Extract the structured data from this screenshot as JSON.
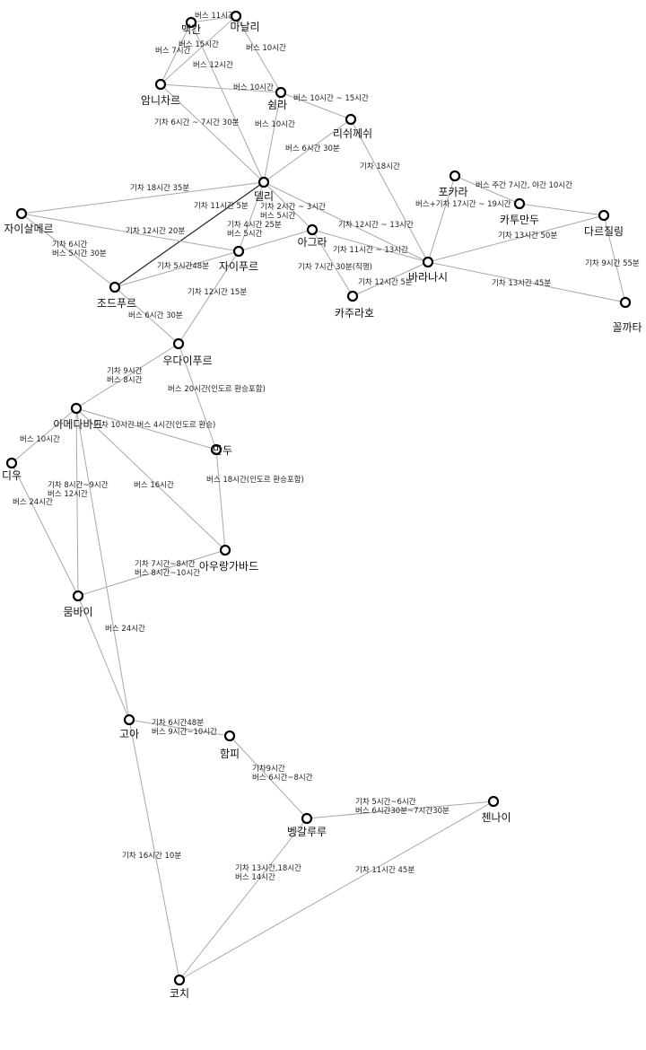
{
  "cities": [
    {
      "id": "maekgan",
      "label": "맥간"
    },
    {
      "id": "manali",
      "label": "마날리"
    },
    {
      "id": "amritsar",
      "label": "암니차르"
    },
    {
      "id": "shimla",
      "label": "쉼라"
    },
    {
      "id": "rishikesh",
      "label": "리쉬께쉬"
    },
    {
      "id": "delhi",
      "label": "델리"
    },
    {
      "id": "pokhara",
      "label": "포카라"
    },
    {
      "id": "kathmandu",
      "label": "카투만두"
    },
    {
      "id": "darjeeling",
      "label": "다르질링"
    },
    {
      "id": "jaisalmer",
      "label": "자이살메르"
    },
    {
      "id": "agra",
      "label": "아그라"
    },
    {
      "id": "jaipur",
      "label": "자이푸르"
    },
    {
      "id": "varanasi",
      "label": "바라나시"
    },
    {
      "id": "kolkata",
      "label": "꼴까타"
    },
    {
      "id": "jodhpur",
      "label": "조드푸르"
    },
    {
      "id": "khajuraho",
      "label": "카주라호"
    },
    {
      "id": "udaipur",
      "label": "우다이푸르"
    },
    {
      "id": "ahmedabad",
      "label": "아메다바드"
    },
    {
      "id": "mandu",
      "label": "만두"
    },
    {
      "id": "diu",
      "label": "디우"
    },
    {
      "id": "aurangabad",
      "label": "아우랑가바드"
    },
    {
      "id": "mumbai",
      "label": "뭄바이"
    },
    {
      "id": "goa",
      "label": "고아"
    },
    {
      "id": "hampi",
      "label": "함피"
    },
    {
      "id": "chennai",
      "label": "첸나이"
    },
    {
      "id": "bangalore",
      "label": "벵갈루루"
    },
    {
      "id": "kochi",
      "label": "코치"
    }
  ],
  "routes": [
    {
      "from": "maekgan",
      "to": "manali",
      "lines": [
        "버스 11시간"
      ]
    },
    {
      "from": "maekgan",
      "to": "amritsar",
      "lines": [
        "버스 7시간"
      ]
    },
    {
      "from": "manali",
      "to": "amritsar",
      "lines": [
        "버스 15시간"
      ]
    },
    {
      "from": "maekgan",
      "to": "delhi",
      "lines": [
        "버스 12시간"
      ]
    },
    {
      "from": "manali",
      "to": "shimla",
      "lines": [
        "버스 10시간"
      ]
    },
    {
      "from": "amritsar",
      "to": "shimla",
      "lines": [
        "버스 10시간"
      ]
    },
    {
      "from": "shimla",
      "to": "rishikesh",
      "lines": [
        "버스 10시간 ~ 15시간"
      ]
    },
    {
      "from": "shimla",
      "to": "delhi",
      "lines": [
        "버스 10시간"
      ]
    },
    {
      "from": "amritsar",
      "to": "delhi",
      "lines": [
        "기차 6시간 ~ 7시간 30분"
      ]
    },
    {
      "from": "rishikesh",
      "to": "delhi",
      "lines": [
        "버스 6시간 30분"
      ]
    },
    {
      "from": "rishikesh",
      "to": "varanasi",
      "lines": [
        "기차 18시간"
      ]
    },
    {
      "from": "jaisalmer",
      "to": "delhi",
      "lines": [
        "기차 18시간 35분"
      ]
    },
    {
      "from": "jodhpur",
      "to": "delhi",
      "lines": [
        "기차 11시간 5분"
      ]
    },
    {
      "from": "delhi",
      "to": "jaipur",
      "lines": [
        "기차 4시간 25분",
        "버스 5시간"
      ]
    },
    {
      "from": "delhi",
      "to": "agra",
      "lines": [
        "기차 2시간 ~ 3시간",
        "버스 5시간"
      ]
    },
    {
      "from": "delhi",
      "to": "varanasi",
      "lines": [
        "기차 12시간 ~ 13시간"
      ]
    },
    {
      "from": "jaisalmer",
      "to": "jaipur",
      "lines": [
        "기차 12시간 20분"
      ]
    },
    {
      "from": "jaisalmer",
      "to": "jodhpur",
      "lines": [
        "기차 6시간",
        "버스 5시간 30분"
      ]
    },
    {
      "from": "jodhpur",
      "to": "jaipur",
      "lines": [
        "기차 5시간48분"
      ]
    },
    {
      "from": "jaipur",
      "to": "agra",
      "lines": []
    },
    {
      "from": "agra",
      "to": "varanasi",
      "lines": [
        "기차 11시간 ~ 13시간"
      ]
    },
    {
      "from": "agra",
      "to": "khajuraho",
      "lines": [
        "기차 7시간 30분(직행)"
      ]
    },
    {
      "from": "khajuraho",
      "to": "varanasi",
      "lines": [
        "기차 12시간 5분"
      ]
    },
    {
      "from": "pokhara",
      "to": "kathmandu",
      "lines": [
        "버스 주간 7시간, 야간 10시간"
      ]
    },
    {
      "from": "pokhara",
      "to": "varanasi",
      "lines": [
        "버스+기차 17시간 ~ 19시간"
      ]
    },
    {
      "from": "kathmandu",
      "to": "darjeeling",
      "lines": []
    },
    {
      "from": "darjeeling",
      "to": "varanasi",
      "lines": [
        "기차 13시간 50분"
      ]
    },
    {
      "from": "darjeeling",
      "to": "kolkata",
      "lines": [
        "기차 9시간 55분"
      ]
    },
    {
      "from": "varanasi",
      "to": "kolkata",
      "lines": [
        "기차 13시간 45분"
      ]
    },
    {
      "from": "jaipur",
      "to": "udaipur",
      "lines": [
        "기차 12시간 15분"
      ]
    },
    {
      "from": "jodhpur",
      "to": "udaipur",
      "lines": [
        "버스 6시간 30분"
      ]
    },
    {
      "from": "udaipur",
      "to": "ahmedabad",
      "lines": [
        "기차 9시간",
        "버스 8시간"
      ]
    },
    {
      "from": "udaipur",
      "to": "mandu",
      "lines": [
        "버스 20시간(인도르 환승포함)"
      ]
    },
    {
      "from": "ahmedabad",
      "to": "mandu",
      "lines": [
        "기차 10시간 버스 4시간(인도르 환승)"
      ]
    },
    {
      "from": "ahmedabad",
      "to": "diu",
      "lines": [
        "버스 10시간"
      ]
    },
    {
      "from": "mandu",
      "to": "aurangabad",
      "lines": [
        "버스 18시간(인도르 환승포함)"
      ]
    },
    {
      "from": "ahmedabad",
      "to": "aurangabad",
      "lines": [
        "버스 16시간"
      ]
    },
    {
      "from": "ahmedabad",
      "to": "mumbai",
      "lines": [
        "기차 8시간~9시간",
        "버스 12시간"
      ]
    },
    {
      "from": "diu",
      "to": "mumbai",
      "lines": [
        "버스 24시간"
      ]
    },
    {
      "from": "aurangabad",
      "to": "mumbai",
      "lines": [
        "기차 7시간~8시간",
        "버스 8시간~10시간"
      ]
    },
    {
      "from": "ahmedabad",
      "to": "goa",
      "lines": [
        "버스 24시간"
      ]
    },
    {
      "from": "mumbai",
      "to": "goa",
      "lines": []
    },
    {
      "from": "goa",
      "to": "hampi",
      "lines": [
        "기차 6시간48분",
        "버스 9시간~10시간"
      ]
    },
    {
      "from": "hampi",
      "to": "bangalore",
      "lines": [
        "기차9시간",
        "버스 6시간~8시간"
      ]
    },
    {
      "from": "bangalore",
      "to": "chennai",
      "lines": [
        "기차 5시간~6시간",
        "버스 6시간30분~7시간30분"
      ]
    },
    {
      "from": "goa",
      "to": "kochi",
      "lines": [
        "기차 16시간 10분"
      ]
    },
    {
      "from": "bangalore",
      "to": "kochi",
      "lines": [
        "기차 13시간,18시간",
        "버스 14시간"
      ]
    },
    {
      "from": "chennai",
      "to": "kochi",
      "lines": [
        "기차 11시간 45분"
      ]
    }
  ]
}
